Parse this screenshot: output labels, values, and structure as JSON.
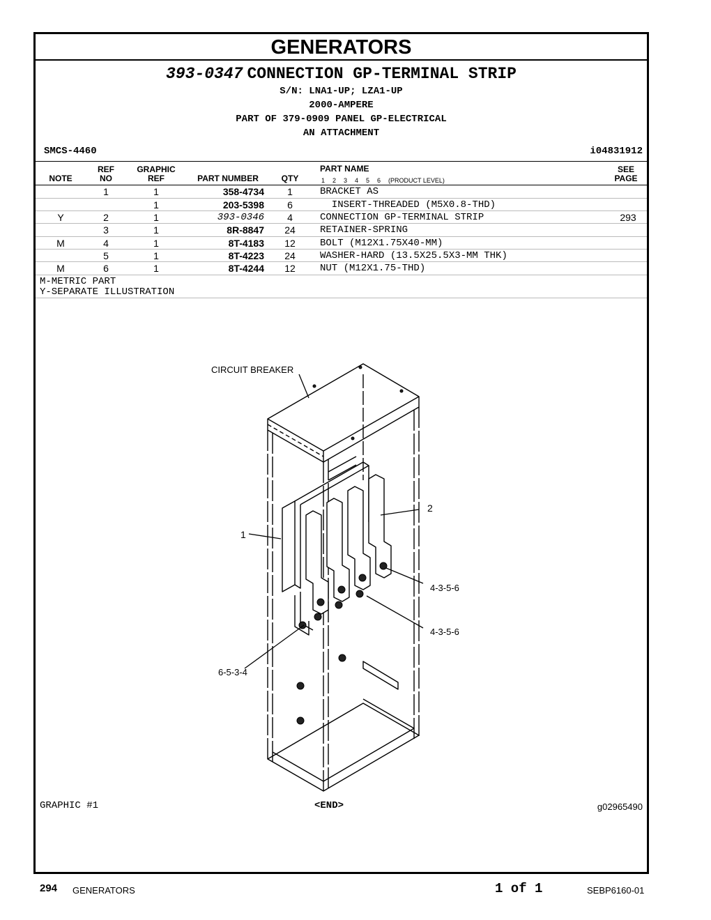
{
  "section_title": "GENERATORS",
  "header": {
    "part_number": "393-0347",
    "title": "CONNECTION GP-TERMINAL STRIP",
    "sn": "S/N: LNA1-UP; LZA1-UP",
    "rating": "2000-AMPERE",
    "part_of": "PART OF 379-0909 PANEL GP-ELECTRICAL",
    "attachment": "AN ATTACHMENT",
    "smcs": "SMCS-4460",
    "illustration_id": "i04831912"
  },
  "columns": {
    "note": "NOTE",
    "ref_top": "REF",
    "ref_bottom": "NO",
    "graphic_top": "GRAPHIC",
    "graphic_bottom": "REF",
    "part_number": "PART NUMBER",
    "qty": "QTY",
    "part_name": "PART NAME",
    "product_level_digits": [
      "1",
      "2",
      "3",
      "4",
      "5",
      "6"
    ],
    "product_level": "(PRODUCT LEVEL)",
    "see_top": "SEE",
    "see_bottom": "PAGE"
  },
  "rows": [
    {
      "note": "",
      "ref": "1",
      "graphic": "1",
      "pn": "358-4734",
      "qty": "1",
      "name": "BRACKET AS",
      "see": ""
    },
    {
      "note": "",
      "ref": "",
      "graphic": "1",
      "pn": "203-5398",
      "qty": "6",
      "name": "  INSERT-THREADED (M5X0.8-THD)",
      "see": ""
    },
    {
      "note": "Y",
      "ref": "2",
      "graphic": "1",
      "pn": "393-0346",
      "qty": "4",
      "name": "CONNECTION GP-TERMINAL STRIP",
      "see": "293"
    },
    {
      "note": "",
      "ref": "3",
      "graphic": "1",
      "pn": "8R-8847",
      "qty": "24",
      "name": "RETAINER-SPRING",
      "see": ""
    },
    {
      "note": "M",
      "ref": "4",
      "graphic": "1",
      "pn": "8T-4183",
      "qty": "12",
      "name": "BOLT (M12X1.75X40-MM)",
      "see": ""
    },
    {
      "note": "",
      "ref": "5",
      "graphic": "1",
      "pn": "8T-4223",
      "qty": "24",
      "name": "WASHER-HARD (13.5X25.5X3-MM THK)",
      "see": ""
    },
    {
      "note": "M",
      "ref": "6",
      "graphic": "1",
      "pn": "8T-4244",
      "qty": "12",
      "name": "NUT (M12X1.75-THD)",
      "see": ""
    }
  ],
  "notes": [
    "M-METRIC PART",
    "Y-SEPARATE ILLUSTRATION"
  ],
  "illustration": {
    "callout_breaker": "CIRCUIT BREAKER",
    "callout_1": "1",
    "callout_2": "2",
    "callout_a": "4-3-5-6",
    "callout_b": "4-3-5-6",
    "callout_c": "6-5-3-4"
  },
  "graphic_label": "GRAPHIC #1",
  "end_label": "<END>",
  "graphic_id": "g02965490",
  "footer": {
    "page": "294",
    "section": "GENERATORS",
    "of": "1 of 1",
    "doc": "SEBP6160-01"
  }
}
